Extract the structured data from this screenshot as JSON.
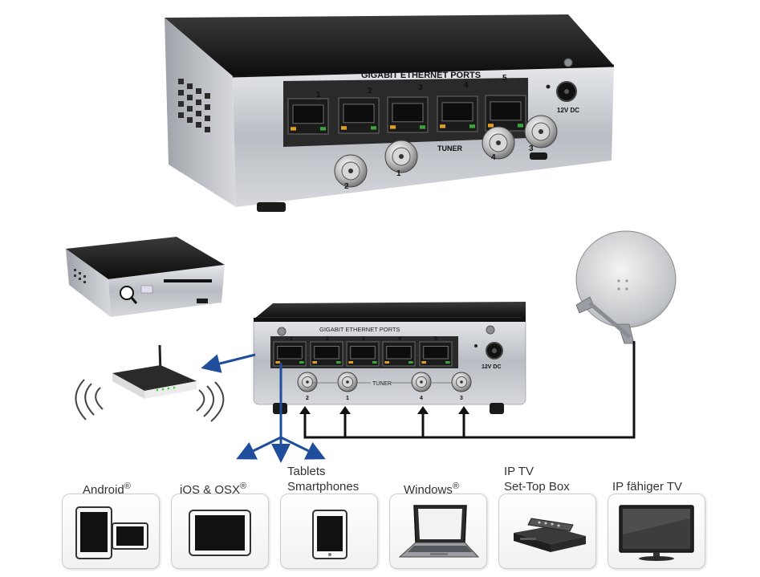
{
  "big_box": {
    "ports_title": "GIGABIT ETHERNET PORTS",
    "port_numbers": [
      "1",
      "2",
      "3",
      "4",
      "5"
    ],
    "power_label": "12V DC",
    "tuner_label": "TUNER",
    "tuner_numbers": [
      "2",
      "1",
      "4",
      "3"
    ]
  },
  "small_box": {
    "ports_title": "GIGABIT ETHERNET PORTS",
    "port_numbers": [
      "1",
      "2",
      "3",
      "4",
      "5"
    ],
    "power_label": "12V DC",
    "tuner_label": "TUNER",
    "tuner_numbers": [
      "2",
      "1",
      "4",
      "3"
    ]
  },
  "devices": [
    {
      "id": "android",
      "label": "Android",
      "mark": "®"
    },
    {
      "id": "ios",
      "label": "iOS & OSX",
      "mark": "®"
    },
    {
      "id": "tablets",
      "label": "Tablets",
      "label2": "Smartphones"
    },
    {
      "id": "windows",
      "label": "Windows",
      "mark": "®"
    },
    {
      "id": "iptv",
      "label": "IP TV",
      "label2": "Set-Top Box"
    },
    {
      "id": "tv",
      "label": "IP fähiger TV"
    }
  ],
  "colors": {
    "arrow_blue": "#1f4f9c",
    "cable_black": "#111111",
    "case_silver": "#c9ccd1",
    "case_top": "#1c1c1c"
  }
}
